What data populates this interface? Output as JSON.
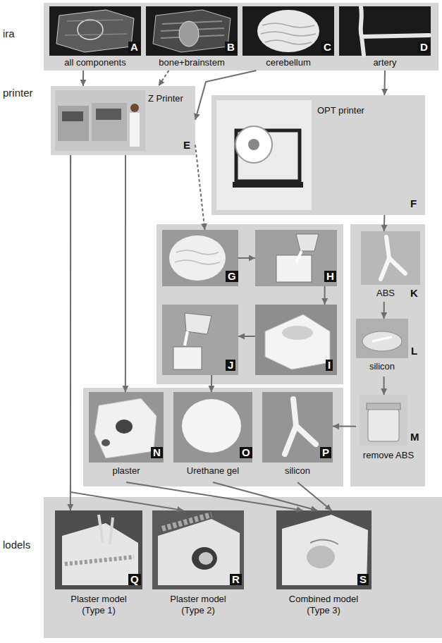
{
  "diagram": {
    "nodes": [
      {
        "text": [
          "ira"
        ]
      },
      {
        "text": [
          "A",
          "all components"
        ],
        "in": 0
      },
      {
        "text": [
          "B",
          "bone+brainstem"
        ],
        "in": 0
      },
      {
        "text": [
          "C",
          "cerebellum"
        ],
        "in": 0
      },
      {
        "text": [
          "D",
          "artery"
        ],
        "in": 0
      },
      {
        "text": [
          "Z Printer",
          "E"
        ]
      },
      {
        "text": [
          "OPT printer",
          "F"
        ]
      },
      {
        "text": [
          "G"
        ]
      },
      {
        "text": [
          "H"
        ]
      },
      {
        "text": [
          "I"
        ]
      },
      {
        "text": [
          "J"
        ]
      },
      {
        "text": [
          "ABS",
          "K"
        ]
      },
      {
        "text": [
          "silicon",
          "L"
        ]
      },
      {
        "text": [
          "remove ABS",
          "M"
        ]
      },
      {
        "text": [
          "plaster",
          "N"
        ]
      },
      {
        "text": [
          "Urethane gel",
          "O"
        ]
      },
      {
        "text": [
          "silicon",
          "P"
        ]
      },
      {
        "text": [
          "lodels"
        ]
      },
      {
        "text": [
          "Q",
          "Plaster model (Type 1)"
        ],
        "in": 17
      },
      {
        "text": [
          "R",
          "Plaster model (Type 2)"
        ],
        "in": 17
      },
      {
        "text": [
          "S",
          "Combined model (Type 3)"
        ],
        "in": 17
      }
    ],
    "edges": [
      {
        "from": 1,
        "to": 5,
        "arrow": "to"
      },
      {
        "from": 2,
        "to": 5,
        "arrow": "to"
      },
      {
        "from": 3,
        "to": 5,
        "arrow": "to"
      },
      {
        "from": 5,
        "to": 7,
        "arrow": "to"
      },
      {
        "from": 4,
        "to": 6,
        "arrow": "to"
      },
      {
        "from": 5,
        "to": 18,
        "arrow": "to"
      },
      {
        "from": 5,
        "to": 19,
        "arrow": "to"
      },
      {
        "from": 5,
        "to": 14,
        "arrow": "to"
      },
      {
        "from": 7,
        "to": 8,
        "arrow": "to"
      },
      {
        "from": 8,
        "to": 9,
        "arrow": "to"
      },
      {
        "from": 9,
        "to": 10,
        "arrow": "to"
      },
      {
        "from": 10,
        "to": 15,
        "arrow": "to"
      },
      {
        "from": 6,
        "to": 11,
        "arrow": "to"
      },
      {
        "from": 11,
        "to": 12,
        "arrow": "to"
      },
      {
        "from": 12,
        "to": 13,
        "arrow": "to"
      },
      {
        "from": 13,
        "to": 16,
        "arrow": "to"
      },
      {
        "from": 14,
        "to": 20,
        "arrow": "to"
      },
      {
        "from": 15,
        "to": 20,
        "arrow": "to"
      },
      {
        "from": 16,
        "to": 20,
        "arrow": "to"
      }
    ],
    "labels": [
      "printer"
    ]
  }
}
